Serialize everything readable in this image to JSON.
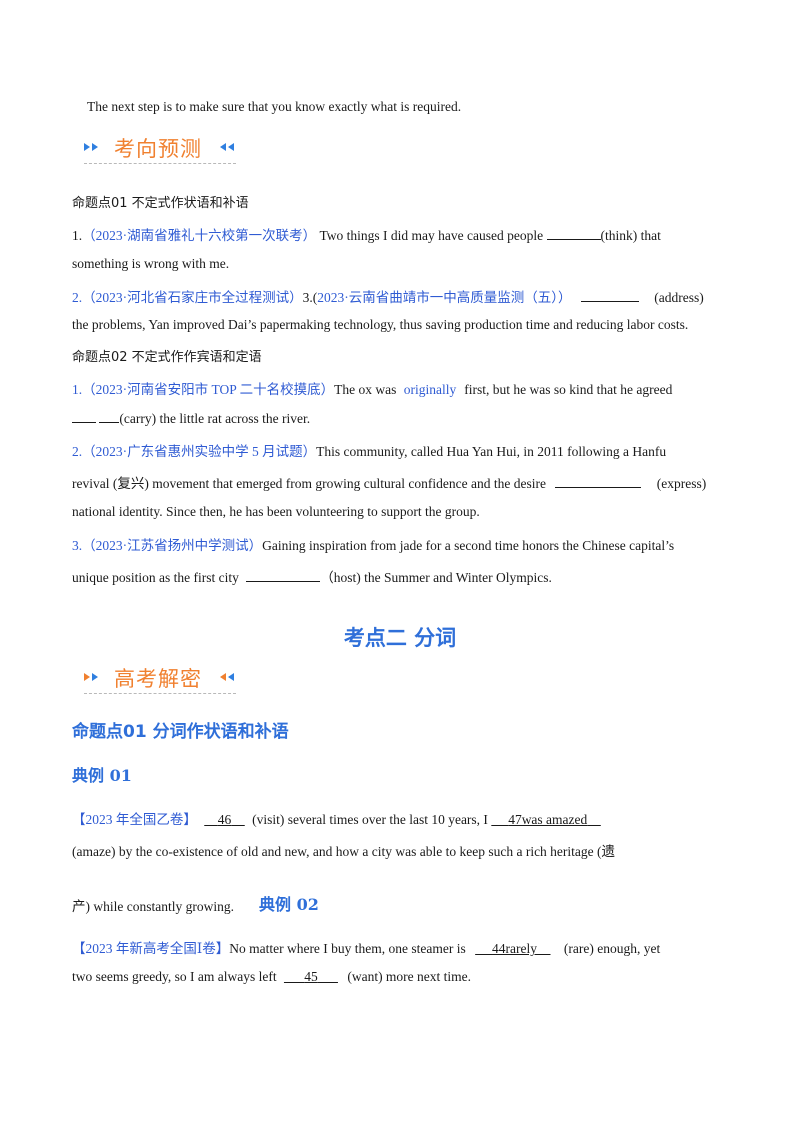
{
  "intro_line": "The next step is to make sure that you know exactly what is required.",
  "banner1": {
    "text": "考向预测"
  },
  "topic01": {
    "title": "命题点01  不定式作状语和补语"
  },
  "q1": {
    "num": "1.",
    "source": "（2023·湖南省雅礼十六校第一次联考）",
    "text_a": "Two things I did may have caused people",
    "hint": "(think) that",
    "text_b": "something is wrong with me."
  },
  "q2": {
    "num": "2.",
    "source_a": "（2023·河北省石家庄市全过程测试）",
    "mid": "3.(",
    "source_b": "2023·云南省曲靖市一中高质量监测（五））",
    "hint": "(address)",
    "text_b": "the problems, Yan improved Dai’s papermaking technology, thus saving production time and reducing labor costs."
  },
  "topic02": {
    "title": "命题点02  不定式作作宾语和定语"
  },
  "q3": {
    "source": "1.（2023·河南省安阳市 TOP 二十名校摸底）",
    "text_a": "The ox was",
    "highlight": "originally",
    "text_a2": "first, but he was so kind that he agreed",
    "text_b": "(carry) the little rat across the river."
  },
  "q4": {
    "source": "2.（2023·广东省惠州实验中学 5 月试题）",
    "text_a": "This community, called Hua Yan Hui,    in 2011 following a Hanfu",
    "text_b": "revival (复兴) movement that emerged from growing cultural confidence and the desire",
    "hint": "(express)",
    "text_c": "national identity. Since then, he has been volunteering to support the group."
  },
  "q5": {
    "source": "3.（2023·江苏省扬州中学测试）",
    "text_a": "Gaining inspiration from jade for a second time honors the Chinese capital’s",
    "text_b": "unique position as the first city",
    "text_b2": "（host) the Summer and Winter Olympics."
  },
  "section2": {
    "title": "考点二  分词"
  },
  "banner2": {
    "text": "高考解密"
  },
  "topic_p01": {
    "title": "命题点01  分词作状语和补语"
  },
  "example1": {
    "label": "典例 01",
    "source": "【2023 年全国乙卷】",
    "blank1": "46",
    "text_a": "(visit)  several  times  over  the  last  10  years,  I",
    "blank2": "47was  amazed",
    "text_b": "(amaze)  by  the  co-existence  of  old  and  new,  and  how  a  city  was  able  to  keep  such  a  rich  heritage  (遗",
    "text_c": "产)  while  constantly  growing."
  },
  "example2": {
    "label": "典例 02",
    "source": "【2023 年新高考全国Ⅰ卷】",
    "text_a": "No matter where I buy them, one steamer is",
    "blank1": "44rarely",
    "hint1": "(rare) enough, yet",
    "text_b": "two seems greedy, so I am always left",
    "blank2": "45",
    "hint2": "(want) more next time."
  }
}
